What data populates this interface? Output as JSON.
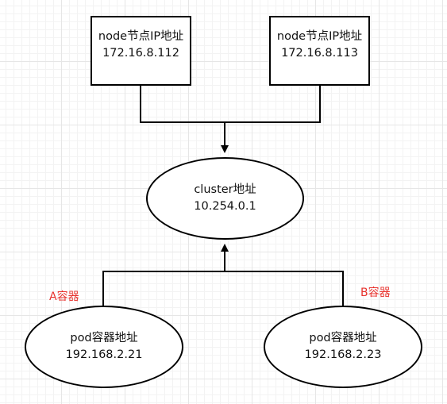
{
  "nodes": {
    "node1": {
      "title": "node节点IP地址",
      "ip": "172.16.8.112"
    },
    "node2": {
      "title": "node节点IP地址",
      "ip": "172.16.8.113"
    },
    "cluster": {
      "title": "cluster地址",
      "ip": "10.254.0.1"
    },
    "podA": {
      "title": "pod容器地址",
      "ip": "192.168.2.21"
    },
    "podB": {
      "title": "pod容器地址",
      "ip": "192.168.2.23"
    }
  },
  "tags": {
    "a": "A容器",
    "b": "B容器"
  },
  "colors": {
    "line": "#000000",
    "tag": "#e8322d",
    "grid": "#e6e6e6"
  }
}
